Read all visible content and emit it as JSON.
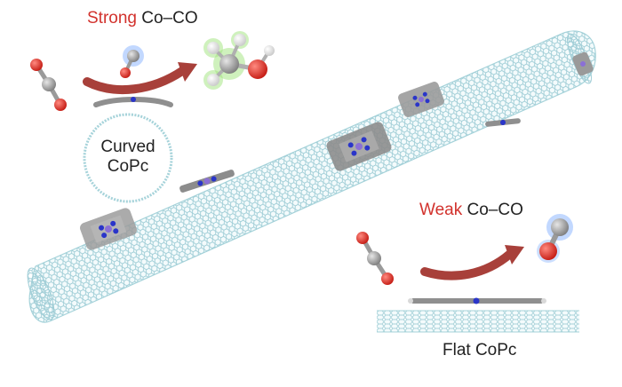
{
  "labels": {
    "strong_word": "Strong",
    "strong_rest": " Co–CO",
    "curved_line1": "Curved",
    "curved_line2": "CoPc",
    "weak_word": "Weak",
    "weak_rest": " Co–CO",
    "flat": "Flat CoPc"
  },
  "colors": {
    "accent_text": "#d2322d",
    "arrow": "#a8403a",
    "nanotube": "#a6d3da",
    "carbon": "#8a8a8a",
    "nitrogen": "#2a35c9",
    "cobalt": "#8a6fd6",
    "oxygen": "#e0261f",
    "glow_blue": "#8fb8ff",
    "glow_green": "#9fe37b"
  }
}
